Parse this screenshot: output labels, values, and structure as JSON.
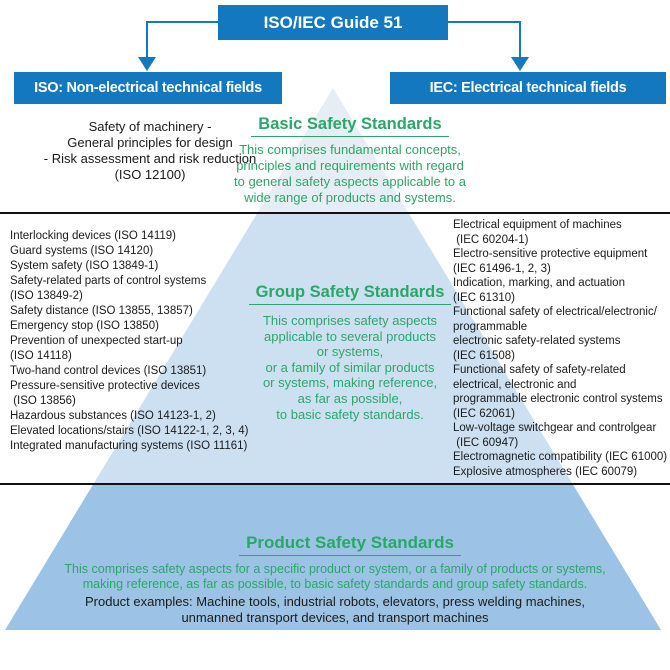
{
  "colors": {
    "box_blue": "#1478be",
    "green": "#2aa768",
    "pyramid_top": "#e7edf5",
    "pyramid_mid": "#cde0f2",
    "pyramid_bottom": "#9cc3e6"
  },
  "guide_box": {
    "label": "ISO/IEC Guide 51"
  },
  "iso_box": {
    "label": "ISO: Non-electrical technical fields"
  },
  "iec_box": {
    "label": "IEC: Electrical technical fields"
  },
  "iso_basic_note": "Safety of machinery -\nGeneral principles for design\n- Risk assessment and risk reduction\n(ISO 12100)",
  "basic_section": {
    "title": "Basic Safety Standards",
    "description": "This comprises fundamental concepts,\nprinciples and requirements with regard\nto general safety aspects applicable to a\nwide range of products and systems."
  },
  "group_section": {
    "title": "Group Safety Standards",
    "description": "This comprises safety aspects\napplicable to several products\nor systems,\nor a family of similar products\nor systems, making reference,\nas far as possible,\nto basic safety standards."
  },
  "product_section": {
    "title": "Product Safety Standards",
    "description": "This comprises safety aspects for a specific product or system, or a family of products or systems,\nmaking reference, as far as possible, to basic safety standards and group safety standards.",
    "examples": "Product examples: Machine tools, industrial robots, elevators, press welding machines,\nunmanned transport devices, and transport machines"
  },
  "iso_group_standards": [
    "Interlocking devices (ISO 14119)",
    "Guard systems (ISO 14120)",
    "System safety (ISO 13849-1)",
    "Safety-related parts of control systems",
    "(ISO 13849-2)",
    "Safety distance (ISO 13855, 13857)",
    "Emergency stop (ISO 13850)",
    "Prevention of unexpected start-up",
    "(ISO 14118)",
    "Two-hand control devices (ISO 13851)",
    "Pressure-sensitive protective devices",
    " (ISO 13856)",
    "Hazardous substances (ISO 14123-1, 2)",
    "Elevated locations/stairs (ISO 14122-1, 2, 3, 4)",
    "Integrated manufacturing systems (ISO 11161)"
  ],
  "iec_group_standards": [
    "Electrical equipment of machines",
    " (IEC 60204-1)",
    "Electro-sensitive protective equipment",
    "(IEC 61496-1, 2, 3)",
    "Indication, marking, and actuation",
    "(IEC 61310)",
    "Functional safety of electrical/electronic/",
    "programmable",
    "electronic safety-related systems",
    "(IEC 61508)",
    "Functional safety of safety-related",
    "electrical, electronic and",
    "programmable electronic control systems",
    "(IEC 62061)",
    "Low-voltage switchgear and controlgear",
    " (IEC 60947)",
    "Electromagnetic compatibility (IEC 61000)",
    "Explosive atmospheres (IEC 60079)"
  ]
}
